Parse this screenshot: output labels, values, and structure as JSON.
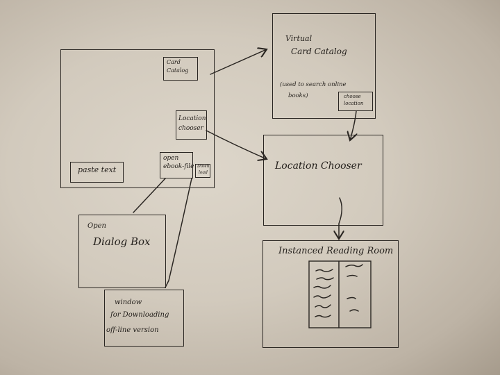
{
  "main_screen": {
    "card_catalog_line1": "Card",
    "card_catalog_line2": "Catalog",
    "location_chooser_line1": "Location",
    "location_chooser_line2": "chooser",
    "paste_text": "paste text",
    "open_ebook_line1": "open",
    "open_ebook_line2": "ebook-file",
    "download_line1": "Down",
    "download_line2": "load"
  },
  "virtual_card_catalog": {
    "title_line1": "Virtual",
    "title_line2": "Card Catalog",
    "note_line1": "(used to search online",
    "note_line2": "books)",
    "choose_location_line1": "choose",
    "choose_location_line2": "location"
  },
  "location_chooser_screen": {
    "title": "Location Chooser"
  },
  "reading_room": {
    "title": "Instanced Reading Room"
  },
  "open_dialog": {
    "line1": "Open",
    "line2": "Dialog Box"
  },
  "download_window": {
    "line1": "window",
    "line2": "for Downloading",
    "line3": "off-line version"
  }
}
